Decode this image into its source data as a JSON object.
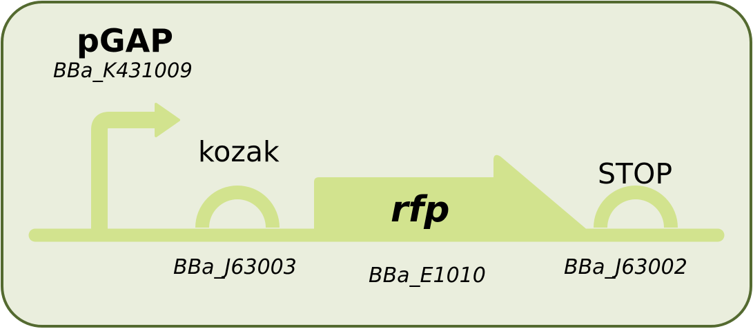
{
  "colors": {
    "panel_fill": "#eaeedd",
    "panel_border": "#546a30",
    "part_fill": "#d2e38e",
    "text": "#000000"
  },
  "parts": {
    "promoter": {
      "name": "pGAP",
      "id": "BBa_K431009",
      "glyph": "promoter-arrow-icon"
    },
    "rbs": {
      "name": "kozak",
      "id": "BBa_J63003",
      "glyph": "rbs-semicircle-icon"
    },
    "cds": {
      "name": "rfp",
      "id": "BBa_E1010",
      "glyph": "cds-arrow-icon"
    },
    "terminator": {
      "name": "STOP",
      "id": "BBa_J63002",
      "glyph": "terminator-semicircle-icon"
    }
  }
}
